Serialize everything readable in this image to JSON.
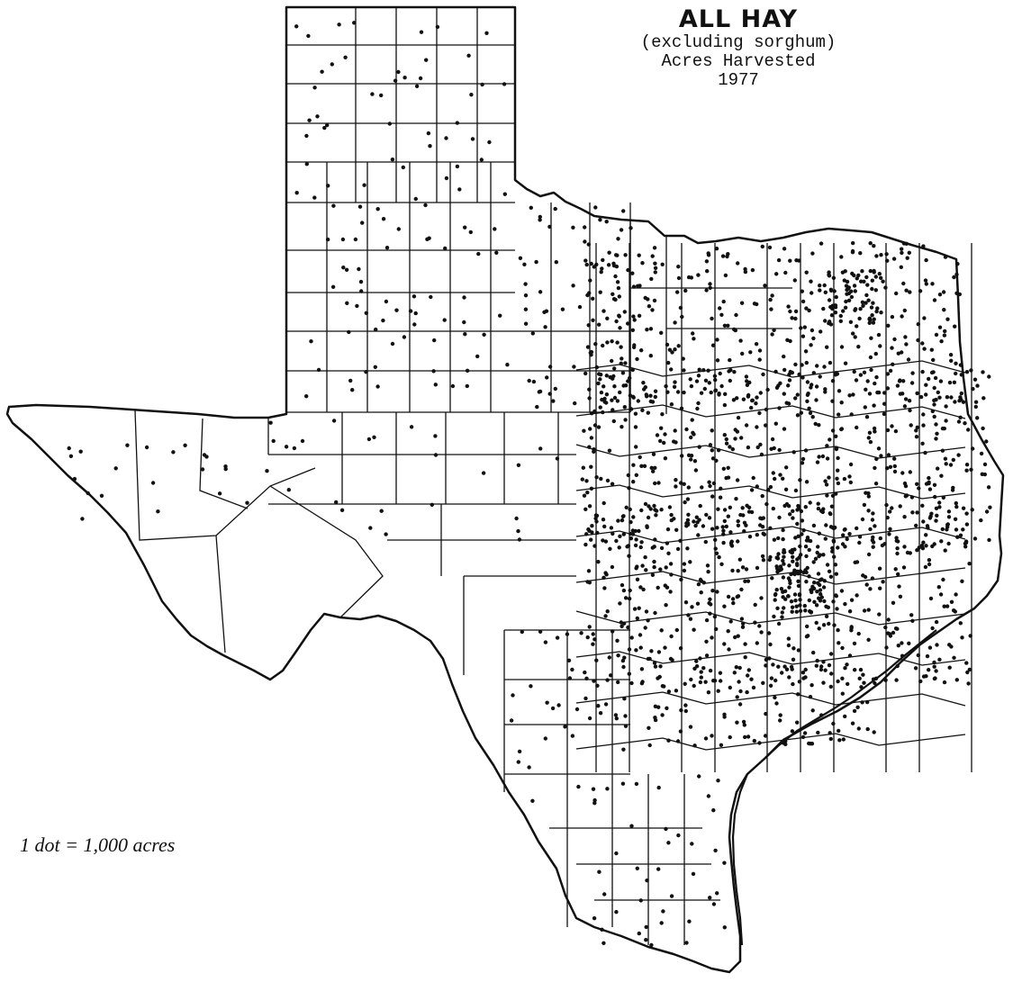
{
  "map": {
    "title": "ALL HAY",
    "subtitle": "(excluding sorghum)",
    "measure": "Acres Harvested",
    "year": "1977",
    "legend": "1 dot = 1,000 acres",
    "colors": {
      "ink": "#111111",
      "background": "#ffffff"
    }
  }
}
